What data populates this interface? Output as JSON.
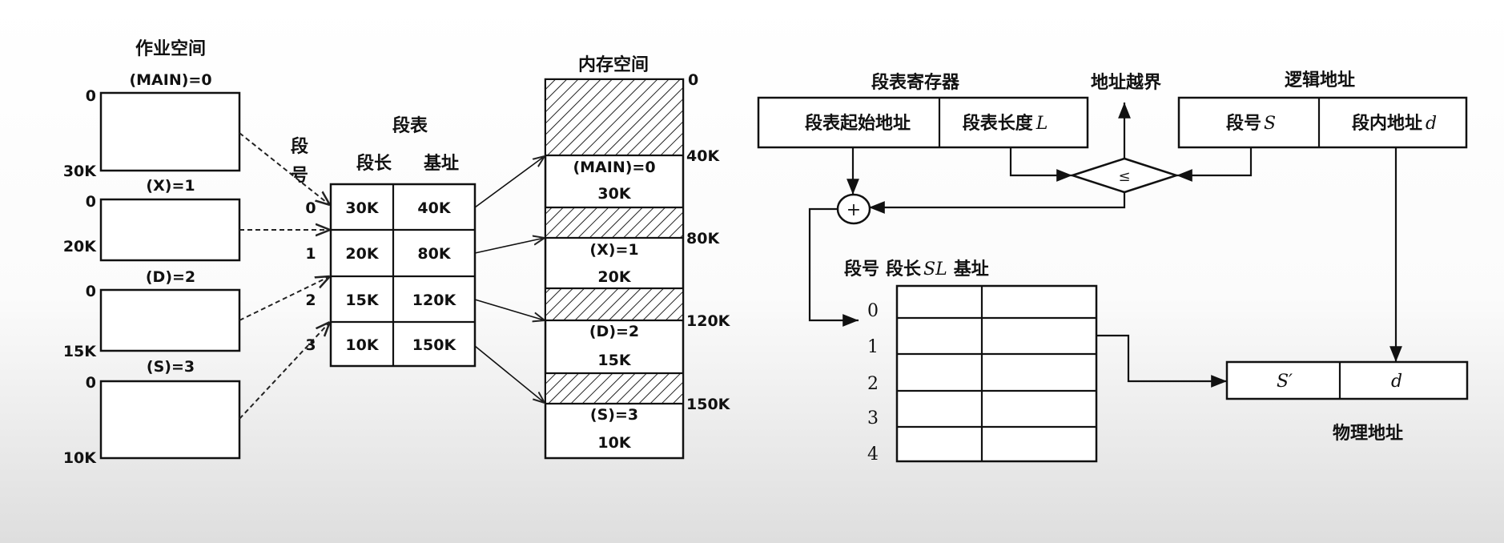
{
  "left": {
    "job_space_title": "作业空间",
    "segments": [
      {
        "name": "(MAIN)=0",
        "start": "0",
        "end": "30K"
      },
      {
        "name": "(X)=1",
        "start": "0",
        "end": "20K"
      },
      {
        "name": "(D)=2",
        "start": "0",
        "end": "15K"
      },
      {
        "name": "(S)=3",
        "start": "0",
        "end": "10K"
      }
    ],
    "seg_table": {
      "title": "段表",
      "seg_no_label_1": "段",
      "seg_no_label_2": "号",
      "col_length": "段长",
      "col_base": "基址",
      "rows": [
        {
          "no": "0",
          "length": "30K",
          "base": "40K"
        },
        {
          "no": "1",
          "length": "20K",
          "base": "80K"
        },
        {
          "no": "2",
          "length": "15K",
          "base": "120K"
        },
        {
          "no": "3",
          "length": "10K",
          "base": "150K"
        }
      ]
    },
    "memory": {
      "title": "内存空间",
      "addresses": [
        "0",
        "40K",
        "80K",
        "120K",
        "150K"
      ],
      "blocks": [
        {
          "name": "(MAIN)=0",
          "size": "30K"
        },
        {
          "name": "(X)=1",
          "size": "20K"
        },
        {
          "name": "(D)=2",
          "size": "15K"
        },
        {
          "name": "(S)=3",
          "size": "10K"
        }
      ]
    }
  },
  "right": {
    "register_title": "段表寄存器",
    "register_start": "段表起始地址",
    "register_length": "段表长度",
    "register_length_var": "L",
    "out_of_bounds": "地址越界",
    "compare_symbol": "≤",
    "plus_symbol": "+",
    "logical_title": "逻辑地址",
    "logical_seg": "段号",
    "logical_seg_var": "S",
    "logical_offset": "段内地址",
    "logical_offset_var": "d",
    "table_header_no": "段号",
    "table_header_len": "段长",
    "table_header_len_var": "SL",
    "table_header_base": "基址",
    "row_numbers": [
      "0",
      "1",
      "2",
      "3",
      "4"
    ],
    "physical_seg": "S′",
    "physical_offset": "d",
    "physical_title": "物理地址"
  }
}
